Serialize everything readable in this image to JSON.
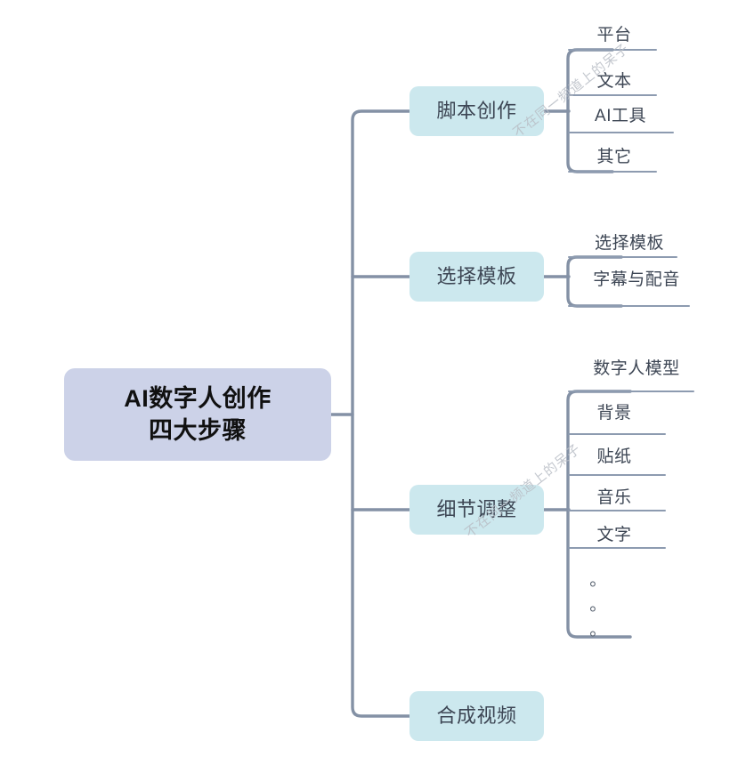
{
  "diagram": {
    "title": "AI数字人创作四大步骤",
    "type": "mindmap",
    "colors": {
      "root_fill": "#ccd2e8",
      "branch_fill": "#cce8ee",
      "connector": "#8491a5",
      "rule": "#8d9bb0",
      "text": "#3d4654",
      "root_text": "#101010",
      "watermark": "#b9bec6",
      "background": "#ffffff"
    },
    "root": {
      "line1": "AI数字人创作",
      "line2": "四大步骤"
    },
    "branches": [
      {
        "label": "脚本创作",
        "leaves": [
          {
            "label": "平台"
          },
          {
            "label": "文本"
          },
          {
            "label": "AI工具"
          },
          {
            "label": "其它"
          }
        ]
      },
      {
        "label": "选择模板",
        "leaves": [
          {
            "label": "选择模板"
          },
          {
            "label": "字幕与配音"
          }
        ]
      },
      {
        "label": "细节调整",
        "leaves": [
          {
            "label": "数字人模型"
          },
          {
            "label": "背景"
          },
          {
            "label": "贴纸"
          },
          {
            "label": "音乐"
          },
          {
            "label": "文字"
          },
          {
            "label": "。"
          },
          {
            "label": "。"
          },
          {
            "label": "。"
          }
        ]
      },
      {
        "label": "合成视频",
        "leaves": []
      }
    ],
    "watermarks": [
      {
        "text": "不在同一频道上的呆子"
      },
      {
        "text": "不在同一频道上的呆子"
      }
    ]
  }
}
